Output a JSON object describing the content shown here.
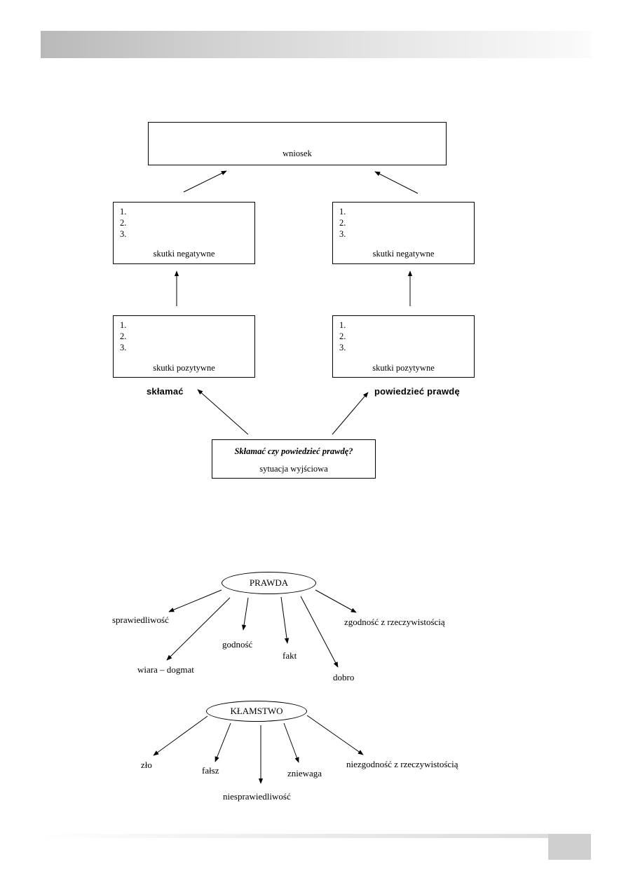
{
  "flow": {
    "conclusion": "wniosek",
    "list_numbers": [
      "1.",
      "2.",
      "3."
    ],
    "negative_effects": "skutki negatywne",
    "positive_effects": "skutki pozytywne",
    "option_lie": "skłamać",
    "option_truth": "powiedzieć prawdę",
    "start_question": "Skłamać czy powiedzieć prawdę?",
    "start_caption": "sytuacja wyjściowa"
  },
  "truth_map": {
    "center": "PRAWDA",
    "branches": [
      "sprawiedliwość",
      "wiara – dogmat",
      "godność",
      "fakt",
      "dobro",
      "zgodność z rzeczywistością"
    ]
  },
  "lie_map": {
    "center": "KŁAMSTWO",
    "branches": [
      "zło",
      "fałsz",
      "niesprawiedliwość",
      "zniewaga",
      "niezgodność z rzeczywistością"
    ]
  }
}
